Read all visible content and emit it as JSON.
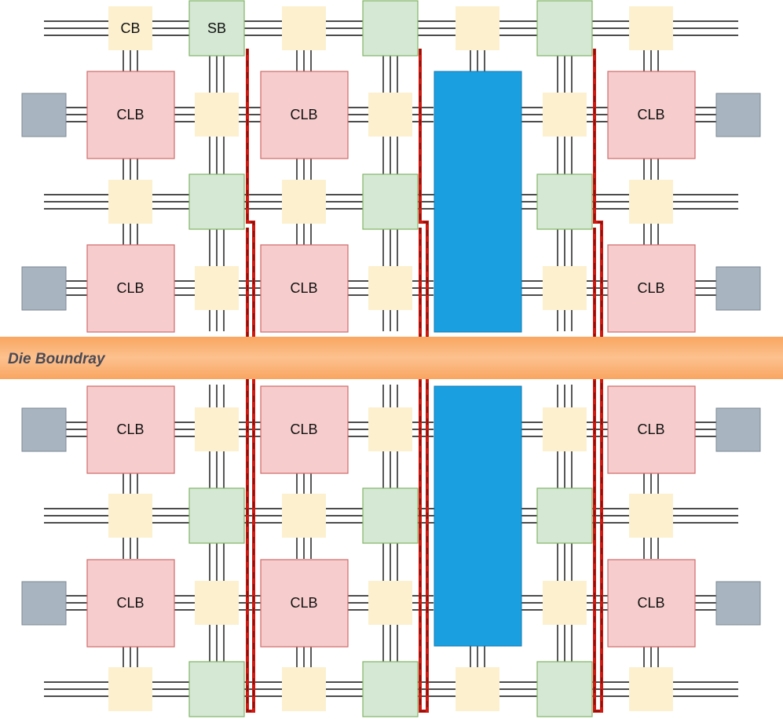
{
  "labels": {
    "cb": "CB",
    "sb": "SB",
    "clb": "CLB",
    "die_boundary": "Die Boundray"
  },
  "colors": {
    "clb_fill": "#f6cccc",
    "clb_stroke": "#d06a6a",
    "cb_fill": "#fdf0cf",
    "sb_fill": "#d5e8d4",
    "sb_stroke": "#82b366",
    "io_fill": "#a8b4c0",
    "io_stroke": "#7d8893",
    "hard_block_fill": "#1a9fe0",
    "hard_block_stroke": "#1478b0",
    "routing_wire": "#111111",
    "cross_die_path": "#cc1a12",
    "die_band": "#fbb877"
  }
}
